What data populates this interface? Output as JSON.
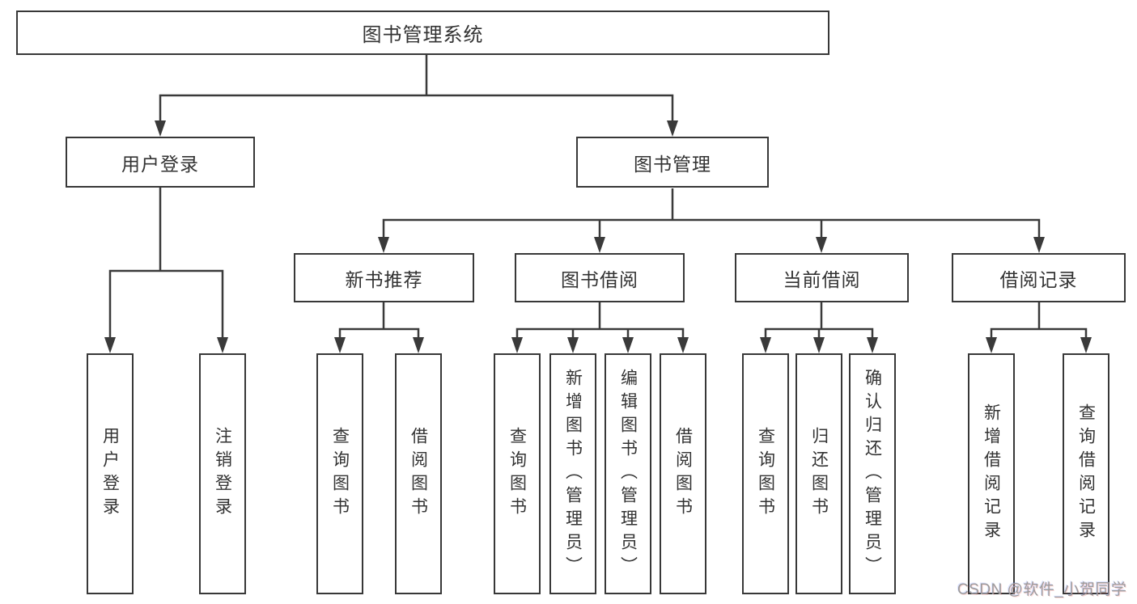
{
  "diagram_title": "图书管理系统",
  "tree": {
    "root": {
      "label": "图书管理系统"
    },
    "level2": [
      {
        "label": "用户登录"
      },
      {
        "label": "图书管理"
      }
    ],
    "level3": [
      {
        "label": "新书推荐",
        "parent": "图书管理"
      },
      {
        "label": "图书借阅",
        "parent": "图书管理"
      },
      {
        "label": "当前借阅",
        "parent": "图书管理"
      },
      {
        "label": "借阅记录",
        "parent": "图书管理"
      }
    ],
    "leaves": [
      {
        "label": "用户登录",
        "parent": "用户登录"
      },
      {
        "label": "注销登录",
        "parent": "用户登录"
      },
      {
        "label": "查询图书",
        "parent": "新书推荐"
      },
      {
        "label": "借阅图书",
        "parent": "新书推荐"
      },
      {
        "label": "查询图书",
        "parent": "图书借阅"
      },
      {
        "label": "新增图书（管理员）",
        "parent": "图书借阅"
      },
      {
        "label": "编辑图书（管理员）",
        "parent": "图书借阅"
      },
      {
        "label": "借阅图书",
        "parent": "图书借阅"
      },
      {
        "label": "查询图书",
        "parent": "当前借阅"
      },
      {
        "label": "归还图书",
        "parent": "当前借阅"
      },
      {
        "label": "确认归还（管理员）",
        "parent": "当前借阅"
      },
      {
        "label": "新增借阅记录",
        "parent": "借阅记录"
      },
      {
        "label": "查询借阅记录",
        "parent": "借阅记录"
      }
    ]
  },
  "watermark": {
    "text": "CSDN @软件_小贺同学"
  },
  "colors": {
    "line": "#3a3a3a",
    "node_border": "#383838",
    "text": "#333333",
    "watermark": "#9c9c9c",
    "background": "#ffffff"
  }
}
